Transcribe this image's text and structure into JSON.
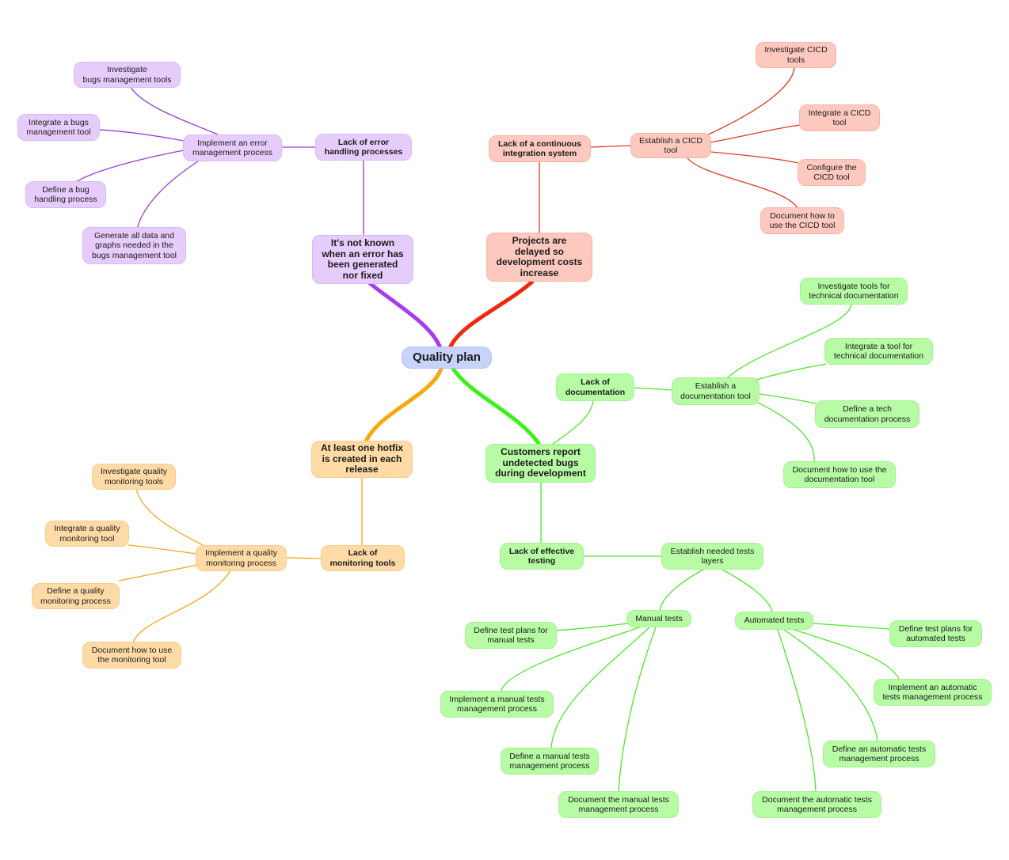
{
  "colors": {
    "purple_line": "#9b3ccf",
    "purple_thick": "#a53cf0",
    "red_line": "#e0391f",
    "red_thick": "#f0290d",
    "green_line": "#4fe62c",
    "green_thick": "#3cf01a",
    "orange_line": "#f0a81e",
    "orange_thick": "#f5a910"
  },
  "root": {
    "label": "Quality plan"
  },
  "purple": {
    "main": "It's not known\nwhen an error has\nbeen generated\nnor fixed",
    "cause": "Lack of error\nhandling processes",
    "action": "Implement an error\nmanagement process",
    "tasks": [
      "Investigate\nbugs management tools",
      "Integrate a bugs\nmanagement tool",
      "Define a bug\nhandling process",
      "Generate all data and\ngraphs needed in the\nbugs management tool"
    ]
  },
  "red": {
    "main": "Projects are\ndelayed so\ndevelopment costs\nincrease",
    "cause": "Lack of a continuous\nintegration system",
    "action": "Establish a CICD\ntool",
    "tasks": [
      "Investigate CICD\ntools",
      "Integrate a CICD\ntool",
      "Configure the\nCICD tool",
      "Document how to\nuse the CICD tool"
    ]
  },
  "orange": {
    "main": "At least one hotfix\nis created in each\nrelease",
    "cause": "Lack of\nmonitoring tools",
    "action": "Implement a quality\nmonitoring process",
    "tasks": [
      "Investigate quality\nmonitoring tools",
      "Integrate a quality\nmonitoring tool",
      "Define a quality\nmonitoring process",
      "Document how to use\nthe monitoring tool"
    ]
  },
  "green": {
    "main": "Customers report\nundetected bugs\nduring development",
    "doc_cause": "Lack of\ndocumentation",
    "doc_action": "Establish a\ndocumentation tool",
    "doc_tasks": [
      "Investigate tools for\ntechnical documentation",
      "Integrate a tool for\ntechnical documentation",
      "Define a tech\ndocumentation process",
      "Document how to use the\ndocumentation tool"
    ],
    "test_cause": "Lack of effective\ntesting",
    "test_action": "Establish needed tests\nlayers",
    "manual": "Manual tests",
    "manual_tasks": [
      "Define test plans for\nmanual tests",
      "Implement a manual tests\nmanagement process",
      "Define a manual tests\nmanagement process",
      "Document the manual tests\nmanagement process"
    ],
    "automated": "Automated tests",
    "automated_tasks": [
      "Define test plans for\nautomated tests",
      "Implement an automatic\ntests management process",
      "Define an automatic tests\nmanagement process",
      "Document the automatic tests\nmanagement process"
    ]
  }
}
